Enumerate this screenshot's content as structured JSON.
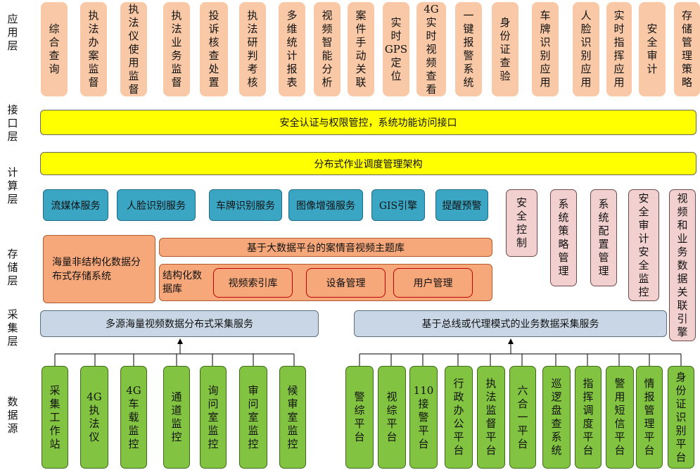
{
  "layers": {
    "app": "应用层",
    "interface": "接口层",
    "compute": "计算层",
    "storage": "存储层",
    "collect": "采集层",
    "source": "数据源"
  },
  "apps": [
    "综合查询",
    "执法办案监督",
    "执法仪使用监督",
    "执法业务监督",
    "投诉核查处置",
    "执法研判考核",
    "多维统计报表",
    "视频智能分析",
    "案件手动关联",
    "实时GPS定位",
    "4G实时视频查看",
    "一键报警系统",
    "身份证查验",
    "车牌识别应用",
    "人脸识别应用",
    "实时指挥应用",
    "安全审计",
    "存储管理策略"
  ],
  "interface_bar": "安全认证与权限管控，系统功能访问接口",
  "compute_bar": "分布式作业调度管理架构",
  "services": [
    "流媒体服务",
    "人脸识别服务",
    "车牌识别服务",
    "图像增强服务",
    "GIS引擎",
    "提醒预警"
  ],
  "management": [
    "安全控制",
    "系统策略管理",
    "系统配置管理",
    "安全审计安全监控",
    "视频和业务数据关联引擎"
  ],
  "storage": {
    "unstructured": "海量非结构化数据分布式存储系统",
    "theme_db": "基于大数据平台的案情音视频主题库",
    "structured": "结构化数据库",
    "items": [
      "视频索引库",
      "设备管理",
      "用户管理"
    ]
  },
  "collection": {
    "left": "多源海量视频数据分布式采集服务",
    "right": "基于总线或代理模式的业务数据采集服务"
  },
  "sources_left": [
    "采集工作站",
    "4G执法仪",
    "4G车载监控",
    "通道监控",
    "询问室监控",
    "审问室监控",
    "候审室监控"
  ],
  "sources_right": [
    "警综平台",
    "视综平台",
    "110接警平台",
    "行政办公平台",
    "执法监督平台",
    "六合一平台",
    "巡逻盘查系统",
    "指挥调度平台",
    "警用短信平台",
    "情报管理平台",
    "身份证识别平台"
  ],
  "colors": {
    "app": "#f9c9a7",
    "yellow": "#ffff00",
    "service": "#3aa6c4",
    "management": "#f2d0d0",
    "storage": "#f7a87a",
    "collection": "#c8d6e5",
    "source": "#82c341",
    "storage_border": "#c00000"
  }
}
